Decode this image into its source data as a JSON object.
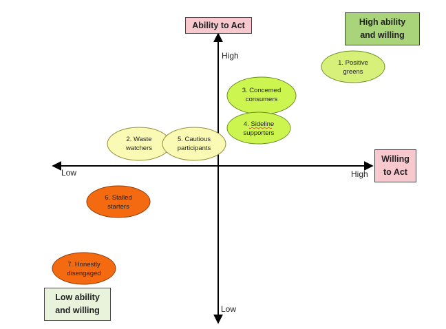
{
  "boxes": {
    "ability_to_act": "Ability to Act",
    "willing_to_act": {
      "line1": "Willing",
      "line2": "to Act"
    },
    "high_quadrant": {
      "line1": "High ability",
      "line2": "and willing"
    },
    "low_quadrant": {
      "line1": "Low ability",
      "line2": "and willing"
    }
  },
  "axes": {
    "y_high": "High",
    "y_low": "Low",
    "x_low": "Low",
    "x_high": "High"
  },
  "segments": [
    {
      "id": "positive-greens",
      "line1": "1. Positive",
      "line2": "greens",
      "color": "#d6f07a"
    },
    {
      "id": "waste-watchers",
      "line1": "2. Waste",
      "line2": "watchers",
      "color": "#fafab4"
    },
    {
      "id": "concerned-consumers",
      "line1": "3. Concemed",
      "line2": "consumers",
      "color": "#ccf550"
    },
    {
      "id": "sideline-supporters",
      "line1": "4. Sideline",
      "line2": "supporters",
      "color": "#ccf550"
    },
    {
      "id": "cautious-participants",
      "line1": "5. Cautious",
      "line2": "participants",
      "color": "#fafab4"
    },
    {
      "id": "stalled-starters",
      "line1": "6. Stalled",
      "line2": "starters",
      "color": "#f46a10"
    },
    {
      "id": "honestly-disengaged",
      "line1": "7. Honestly",
      "line2": "disengaged",
      "color": "#f46a10"
    }
  ]
}
